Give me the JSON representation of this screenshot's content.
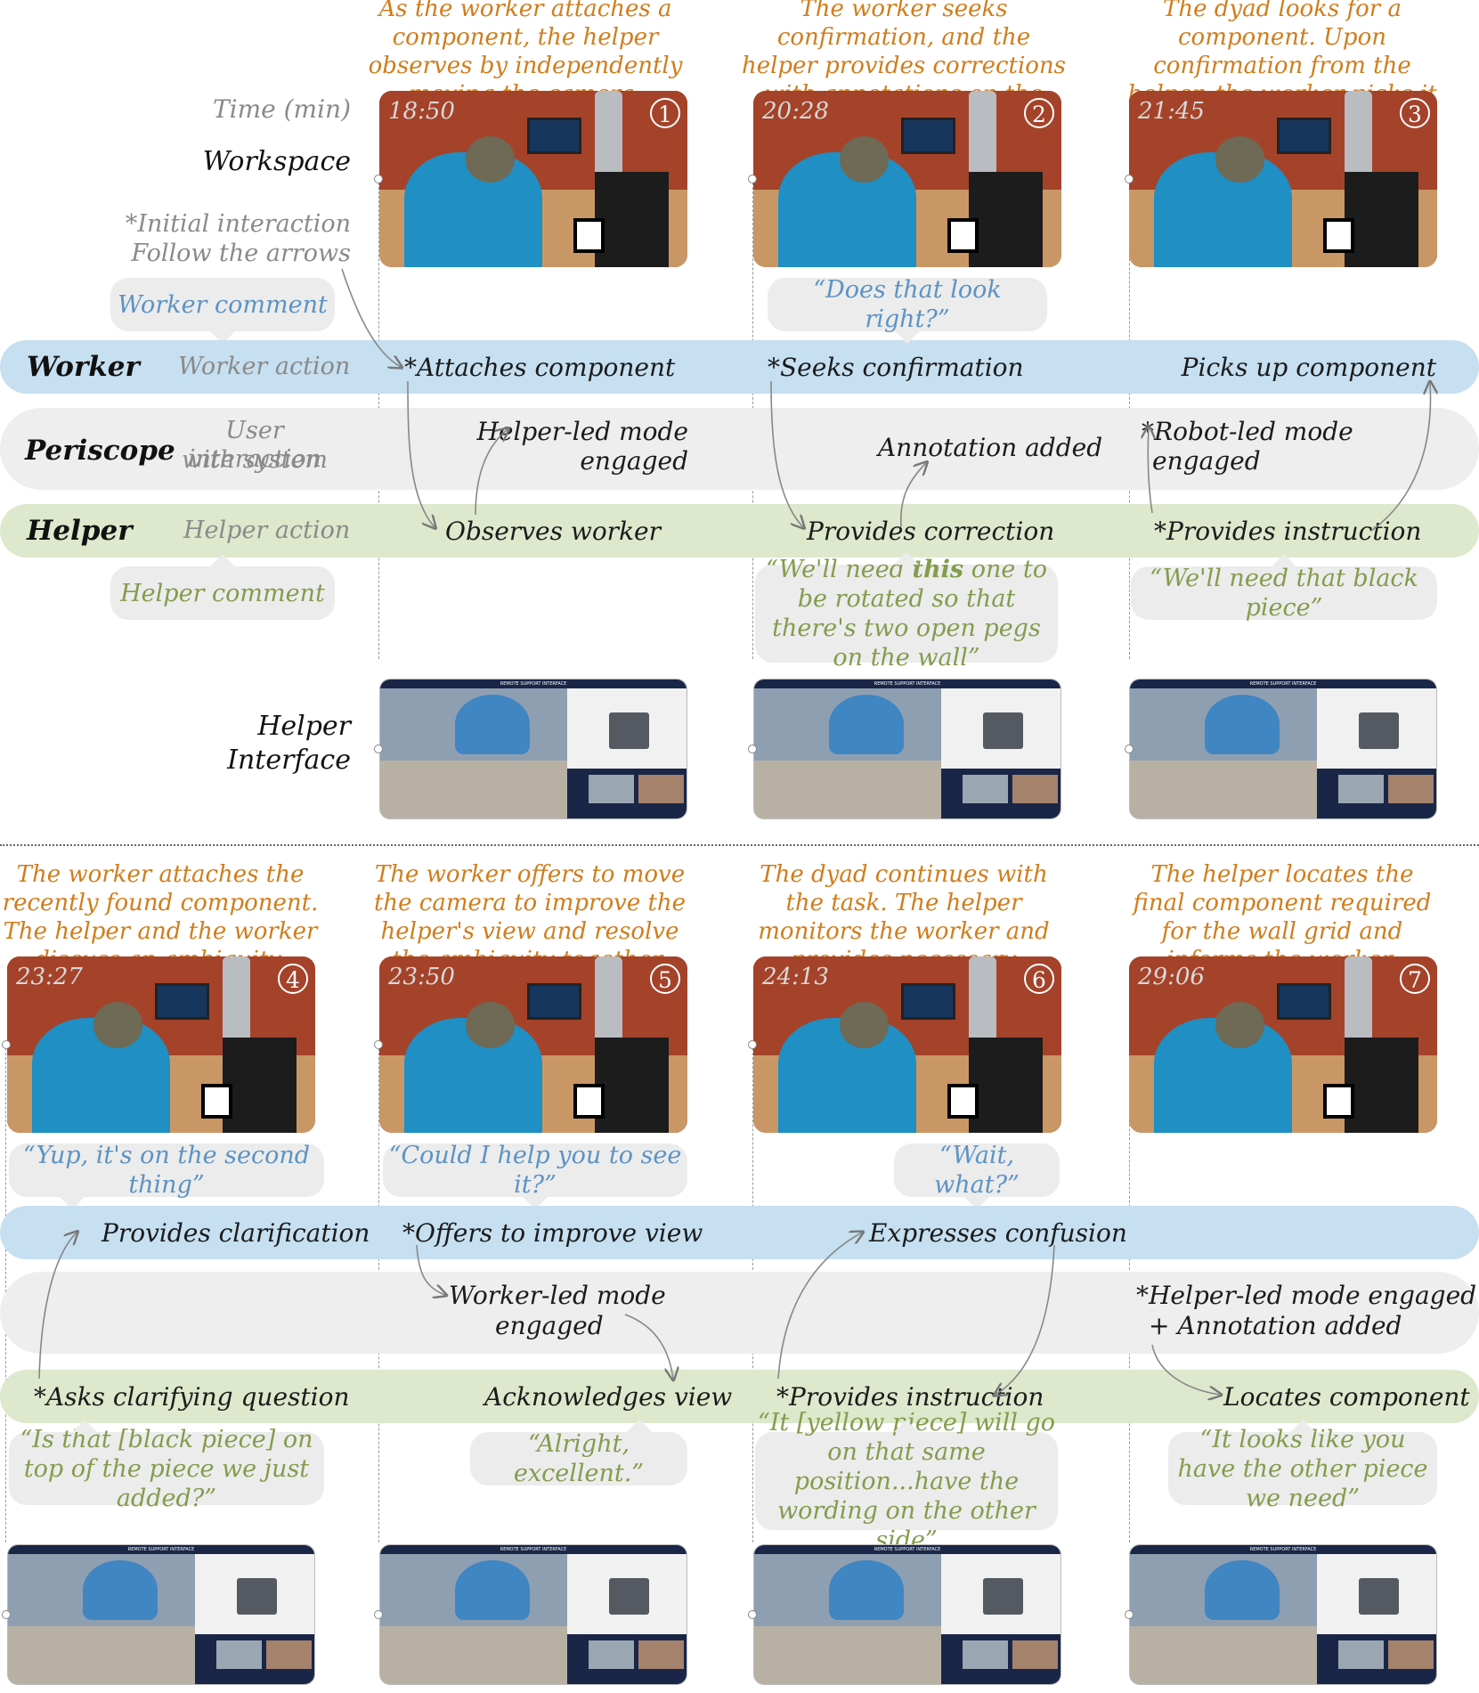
{
  "captions": [
    "As the worker attaches a component, the helper observes by independently moving the camera.",
    "The worker seeks confirmation, and the helper provides corrections with annotations on the video feed.",
    "The dyad looks for a component. Upon confirmation from the helper, the worker picks it up.",
    "The worker attaches the recently found component. The helper and the worker discuss an ambiguity.",
    "The worker offers to move the camera to improve the helper's view and resolve the ambiguity together.",
    "The dyad continues with the task. The helper monitors the worker and provides necessary instructions.",
    "The helper locates the final component required for the wall grid and informs the worker."
  ],
  "legend": {
    "time": "Time (min)",
    "workspace": "Workspace",
    "initial_1": "*Initial interaction",
    "initial_2": "Follow the arrows",
    "worker_comment": "Worker comment",
    "helper_comment": "Helper comment",
    "helper_interface_1": "Helper",
    "helper_interface_2": "Interface"
  },
  "rows": {
    "worker": {
      "name": "Worker",
      "sub": "Worker action"
    },
    "periscope": {
      "name": "Periscope",
      "sub_1": "User interaction",
      "sub_2": "with system"
    },
    "helper": {
      "name": "Helper",
      "sub": "Helper action"
    }
  },
  "frames": [
    {
      "time": "18:50",
      "num": "1"
    },
    {
      "time": "20:28",
      "num": "2"
    },
    {
      "time": "21:45",
      "num": "3"
    },
    {
      "time": "23:27",
      "num": "4"
    },
    {
      "time": "23:50",
      "num": "5"
    },
    {
      "time": "24:13",
      "num": "6"
    },
    {
      "time": "29:06",
      "num": "7"
    }
  ],
  "interface_header": "REMOTE SUPPORT INTERFACE",
  "top_events": {
    "worker": [
      "*Attaches component",
      "*Seeks confirmation",
      "Picks up component"
    ],
    "periscope": [
      "Helper-led mode",
      "engaged",
      "Annotation added",
      "*Robot-led mode",
      "engaged"
    ],
    "helper": [
      "Observes worker",
      "Provides correction",
      "*Provides instruction"
    ]
  },
  "top_comments": {
    "worker_2": "“Does that look right?”",
    "helper_2_a": "“We'll need ",
    "helper_2_b": "this",
    "helper_2_c": " one to be rotated so that there's two open pegs on the wall”",
    "helper_3": "“We'll need that black piece”"
  },
  "bottom_events": {
    "worker": [
      "Provides clarification",
      "*Offers to improve view",
      "Expresses confusion"
    ],
    "periscope": [
      "Worker-led mode",
      "engaged",
      "*Helper-led mode engaged",
      "+ Annotation added"
    ],
    "helper": [
      "*Asks clarifying question",
      "Acknowledges view",
      "*Provides instruction",
      "Locates component"
    ]
  },
  "bottom_comments": {
    "worker_4": "“Yup, it's on the second thing”",
    "worker_5": "“Could I help you to see it?”",
    "worker_6": "“Wait, what?”",
    "helper_4": "“Is that [black piece] on top of the piece we just added?”",
    "helper_5": "“Alright, excellent.”",
    "helper_6": "“It [yellow piece] will go on that same position...have the wording on the other side”",
    "helper_7": "“It looks like you have the other piece we need”"
  },
  "colors": {
    "caption": "#d07d1c",
    "worker_band": "#c6dff1",
    "periscope_band": "#eeeeee",
    "helper_band": "#dde8cc",
    "worker_text": "#5c93c4",
    "helper_text": "#849c4d"
  }
}
